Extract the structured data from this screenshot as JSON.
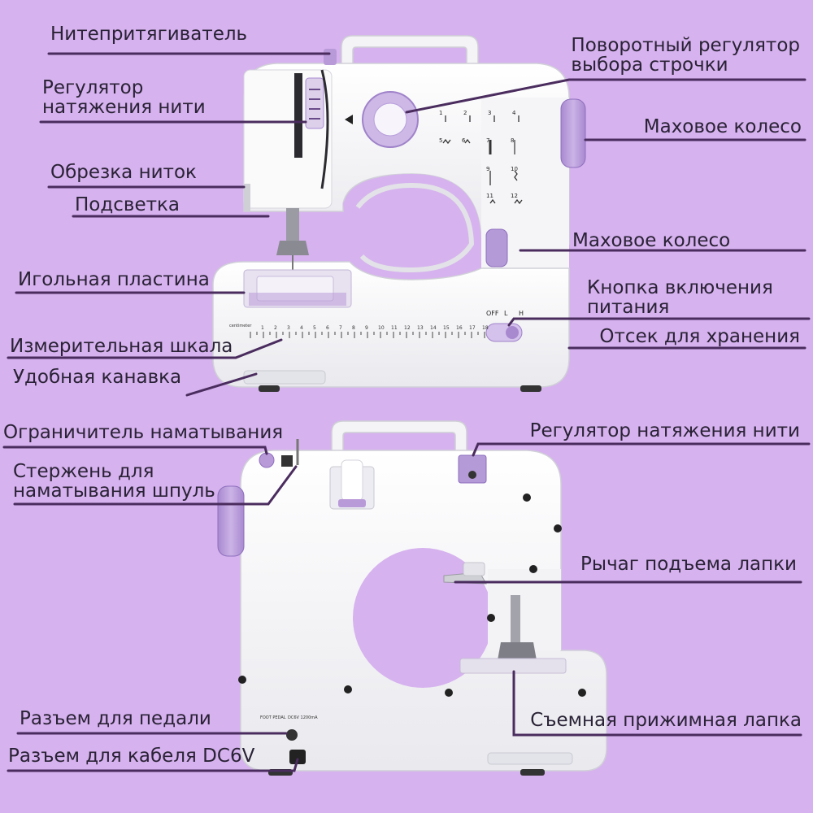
{
  "colors": {
    "background": "#d6b2ee",
    "machine_body": "#f6f6f8",
    "accent": "#b99ad8",
    "leader_line": "#4a2c5e"
  },
  "labels": {
    "thread_take_up": "Нитепритягиватель",
    "tension_regulator_line1": "Регулятор",
    "tension_regulator_line2": "натяжения нити",
    "thread_cutter": "Обрезка ниток",
    "backlight": "Подсветка",
    "needle_plate": "Игольная пластина",
    "measuring_scale": "Измерительная шкала",
    "convenient_groove": "Удобная канавка",
    "stitch_dial_line1": "Поворотный регулятор",
    "stitch_dial_line2": "выбора строчки",
    "handwheel": "Маховое колесо",
    "handwheel_2": "Маховое колесо",
    "power_button_line1": "Кнопка включения",
    "power_button_line2": "питания",
    "storage": "Отсек для хранения",
    "winding_limiter": "Ограничитель наматывания",
    "bobbin_spindle_line1": "Стержень для",
    "bobbin_spindle_line2": "наматывания шпуль",
    "tension_regulator_back": "Регулятор натяжения нити",
    "presser_lever": "Рычаг подъема лапки",
    "pedal_socket": "Разъем для педали",
    "dc_socket": "Разъем для кабеля DC6V",
    "presser_foot": "Съемная прижимная лапка"
  },
  "machine_markings": {
    "switch_off": "OFF",
    "switch_l": "L",
    "switch_h": "H",
    "ruler_unit": "centimeter",
    "ruler_ticks": [
      "1",
      "2",
      "3",
      "4",
      "5",
      "6",
      "7",
      "8",
      "9",
      "10",
      "11",
      "12",
      "13",
      "14",
      "15",
      "16",
      "17",
      "18"
    ],
    "stitch_numbers": [
      "1",
      "2",
      "3",
      "4",
      "5",
      "6",
      "7",
      "8",
      "9",
      "10",
      "11",
      "12"
    ],
    "foot_pedal": "FOOT PEDAL",
    "dc_rating": "DC6V 1200mA"
  }
}
